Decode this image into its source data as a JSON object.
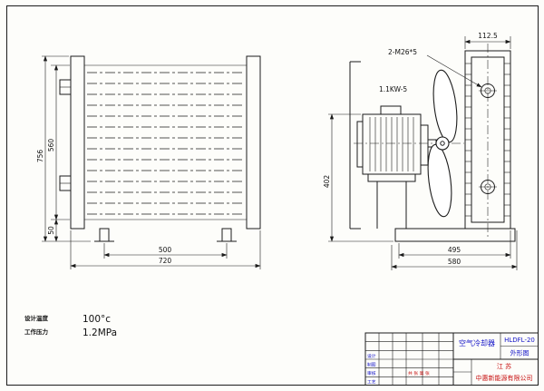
{
  "colors": {
    "line": "#1c1c1c",
    "blueprint_text": "#1414c8",
    "stamp_text": "#c81414",
    "paper": "#fdfdfa"
  },
  "front_view": {
    "dim_total_height": "756",
    "dim_core_height": "560",
    "dim_base_height": "50",
    "dim_leg_span": "500",
    "dim_total_width": "720"
  },
  "side_view": {
    "dim_height": "402",
    "dim_base_width": "495",
    "dim_total_depth": "580",
    "dim_flange_width": "112.5",
    "bolt_note": "2-M26*5",
    "motor_label": "1.1KW-5"
  },
  "specs": {
    "temperature_label": "设计温度",
    "temperature_value": "100°c",
    "pressure_label": "工作压力",
    "pressure_value": "1.2MPa"
  },
  "title_block": {
    "product": "空气冷却器",
    "model": "HLDFL-20",
    "drawing_type": "外形图",
    "region": "江 苏",
    "company": "中惠新能源有限公司",
    "small_labels": [
      "设计",
      "制图",
      "审核",
      "工艺",
      "共 张 第 张"
    ]
  }
}
